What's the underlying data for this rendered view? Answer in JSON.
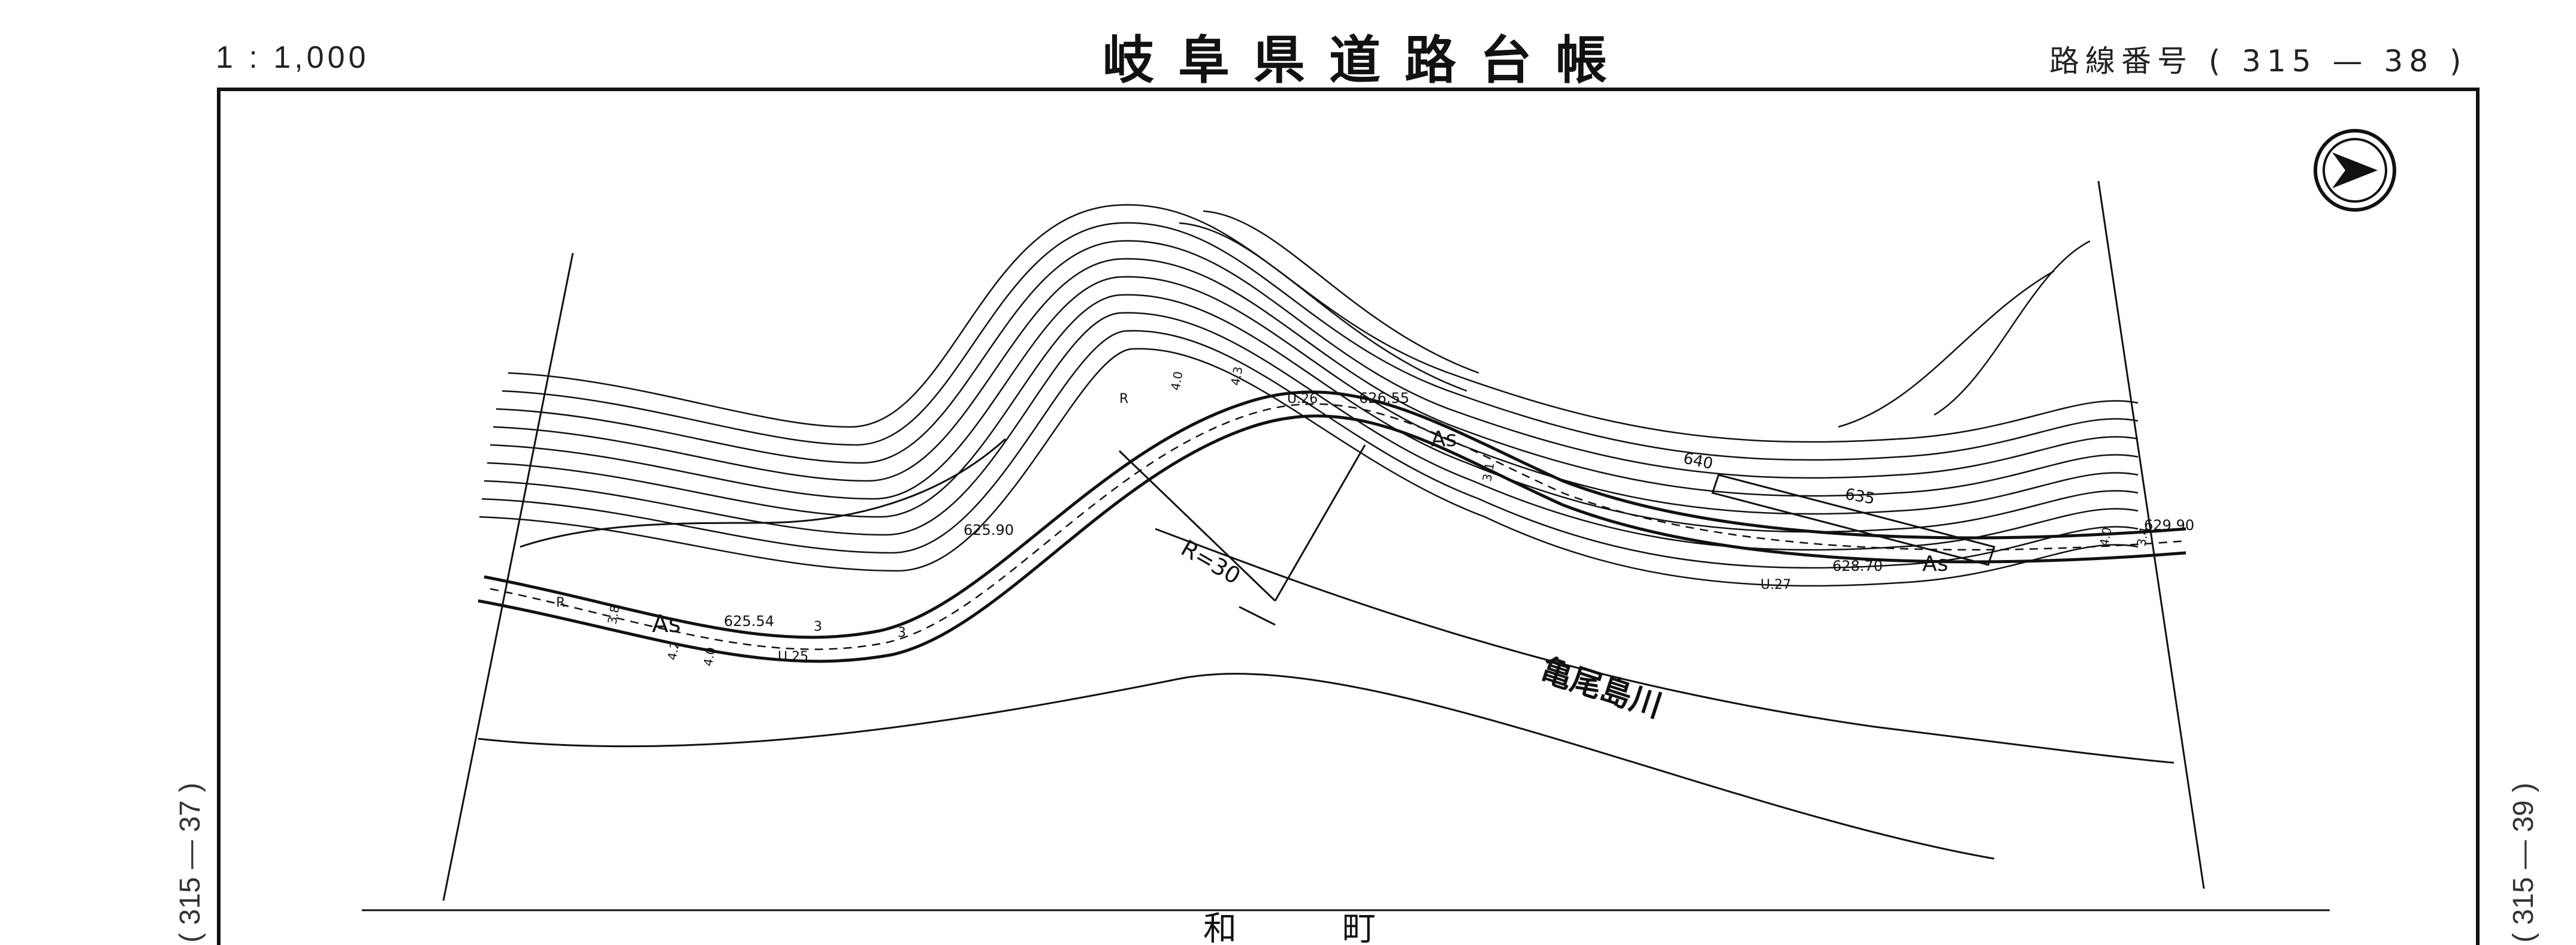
{
  "header": {
    "scale": "1 : 1,000",
    "title": "岐阜県道路台帳",
    "route_label": "路線番号",
    "route_number": "( 315 — 38 )"
  },
  "side": {
    "left": "( 315 — 37 )",
    "right": "( 315 — 39 )"
  },
  "map": {
    "river": "亀尾島川",
    "curve_radius": "R=30",
    "contours": [
      "640",
      "635"
    ],
    "elevations": [
      "626.55",
      "625.90",
      "625.54",
      "629.90",
      "628.70"
    ],
    "culverts": [
      "U.26",
      "U.25",
      "U.27"
    ],
    "surface": "As",
    "widths": [
      "4.3",
      "4.0",
      "3.8",
      "4.2",
      "4.0",
      "3.1",
      "4.0",
      "3.4"
    ],
    "marks": [
      "R",
      "R",
      "3",
      "3"
    ],
    "bottom_text": "和　町"
  },
  "colors": {
    "ink": "#111111",
    "paper": "#ffffff"
  }
}
